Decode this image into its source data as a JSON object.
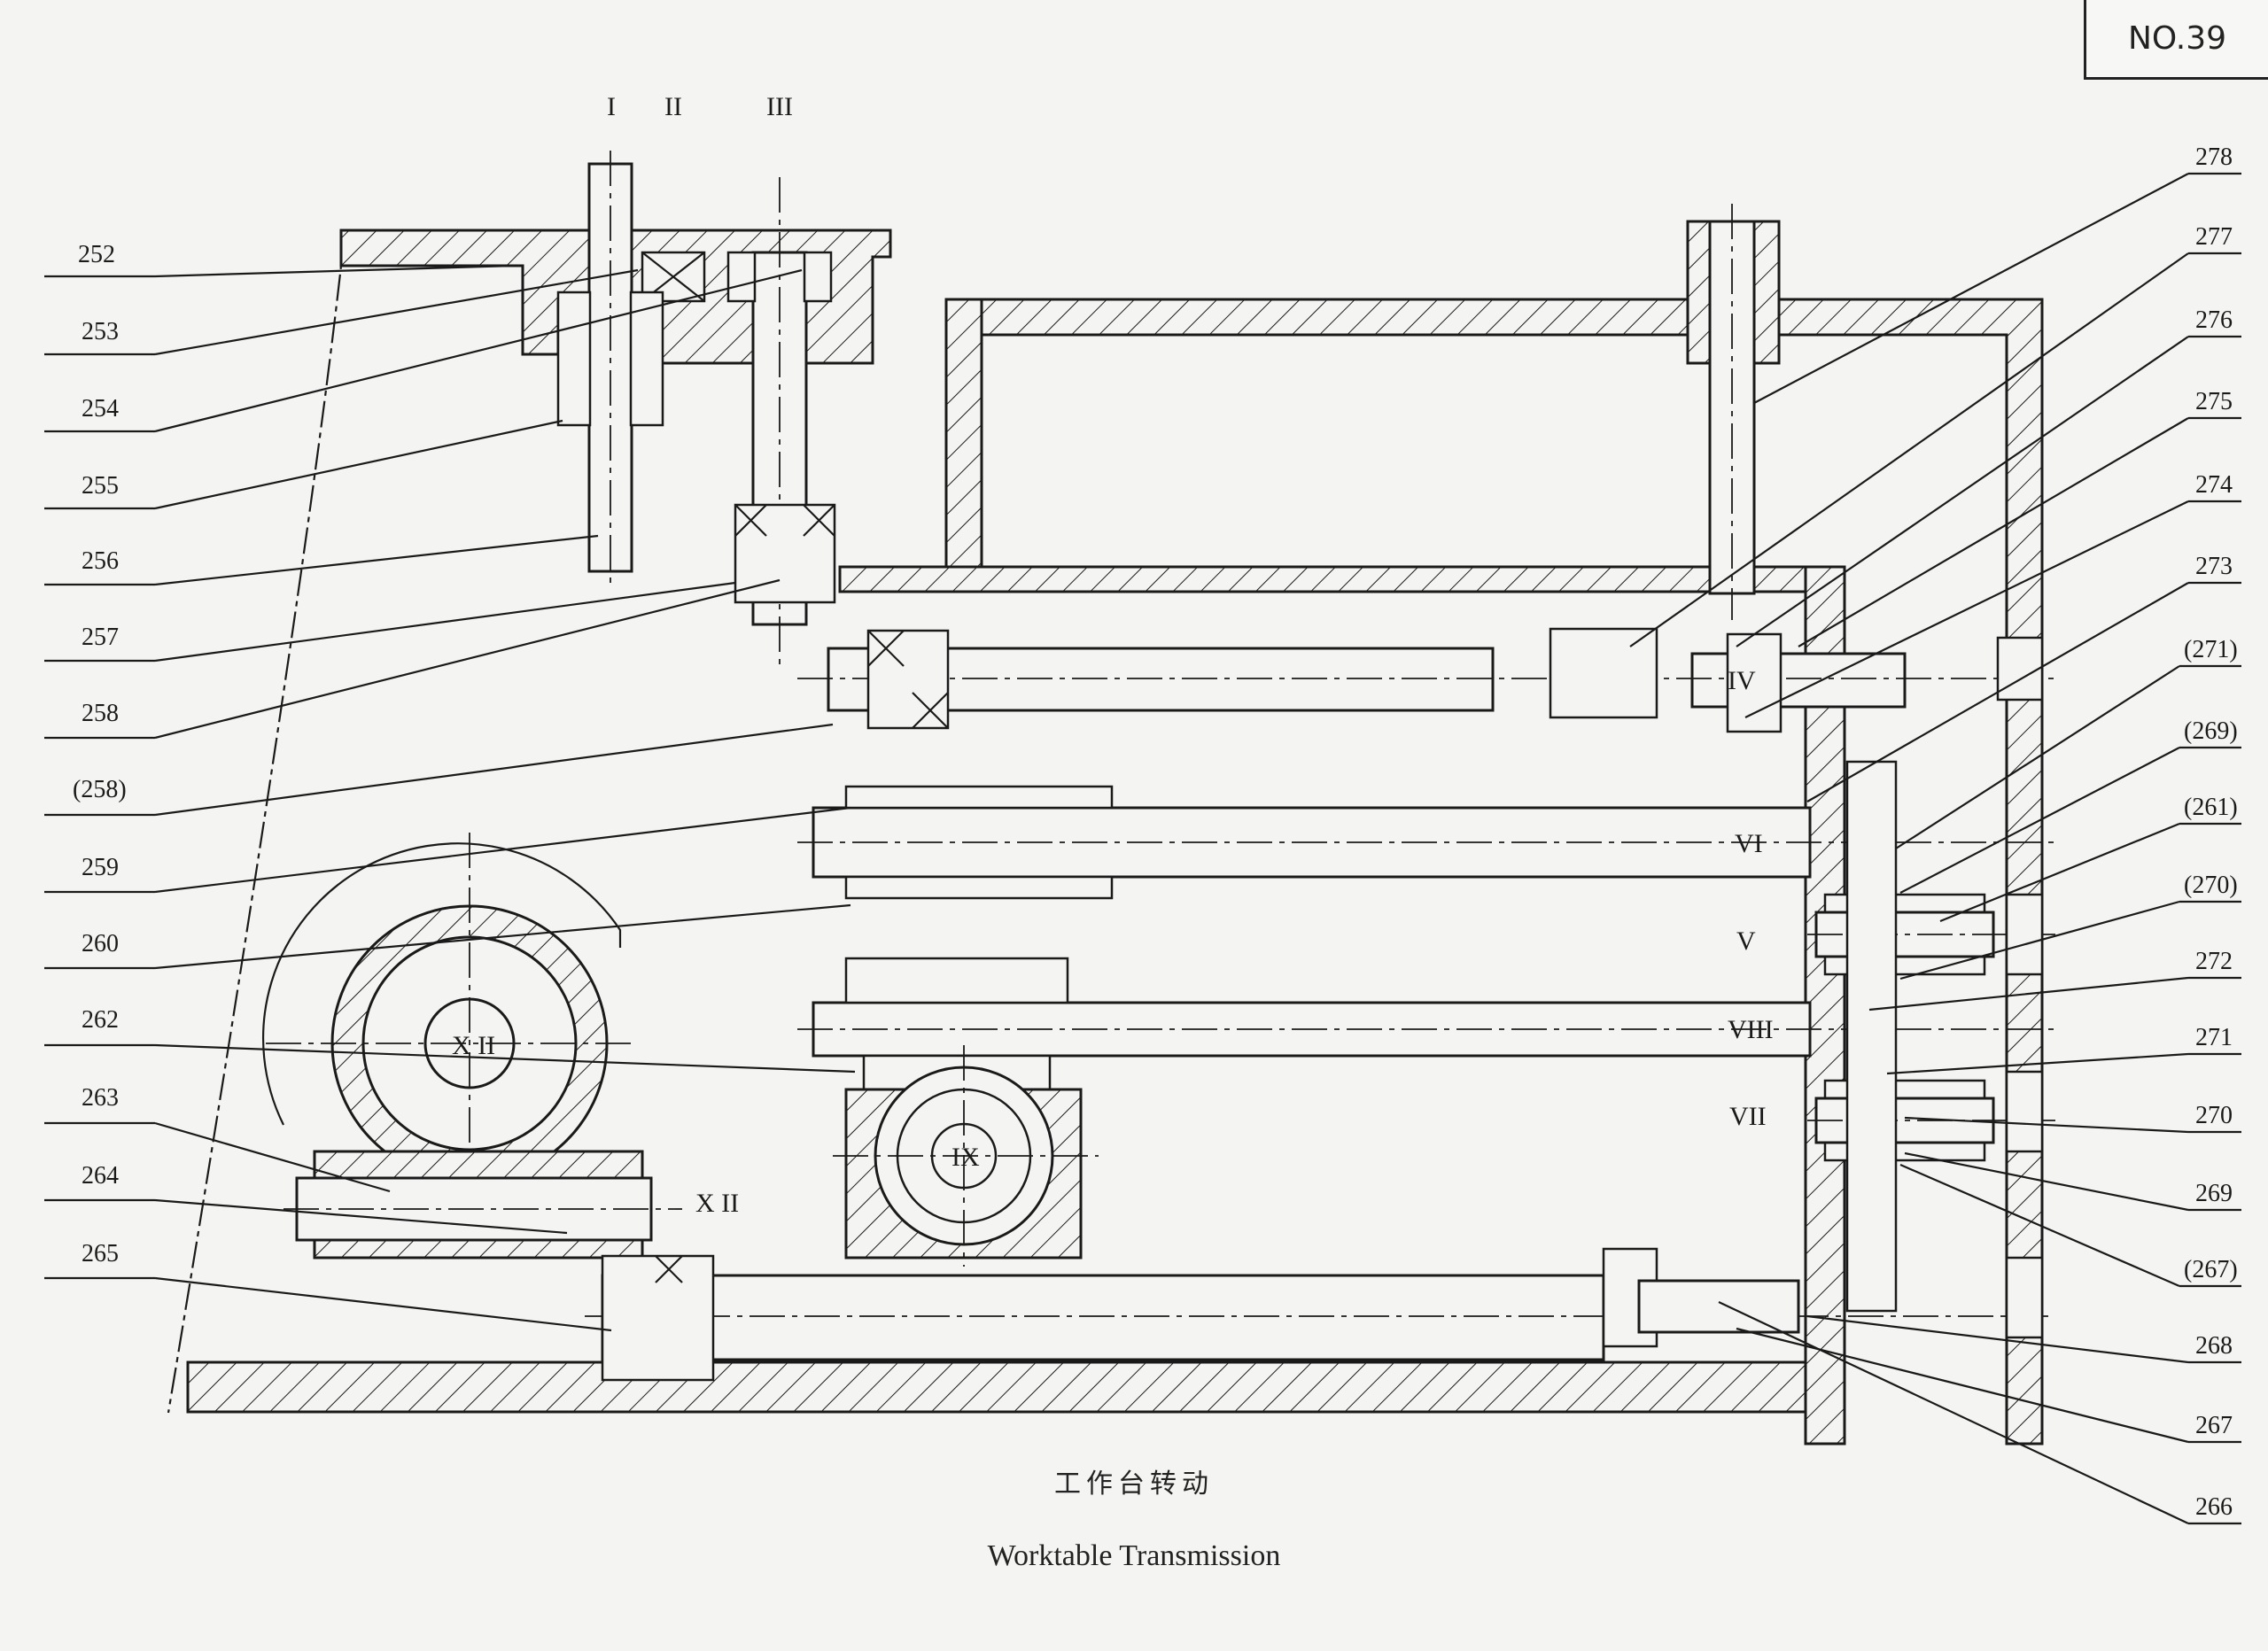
{
  "sheet_number": "NO.39",
  "caption_cn": "工作台转动",
  "caption_en": "Worktable Transmission",
  "shaft_labels": {
    "I": "I",
    "II": "II",
    "III": "III",
    "IV": "IV",
    "V": "V",
    "VI": "VI",
    "VII": "VII",
    "VIII": "VIII",
    "IX": "IX",
    "XII_left": "X II",
    "XII_gear": "X II"
  },
  "left_callouts": [
    "252",
    "253",
    "254",
    "255",
    "256",
    "257",
    "258",
    "(258)",
    "259",
    "260",
    "262",
    "263",
    "264",
    "265"
  ],
  "right_callouts": [
    "278",
    "277",
    "276",
    "275",
    "274",
    "273",
    "(271)",
    "(269)",
    "(261)",
    "(270)",
    "272",
    "271",
    "270",
    "269",
    "(267)",
    "268",
    "267",
    "266"
  ],
  "colors": {
    "ink": "#1a1a1a",
    "paper": "#f4f4f2"
  }
}
